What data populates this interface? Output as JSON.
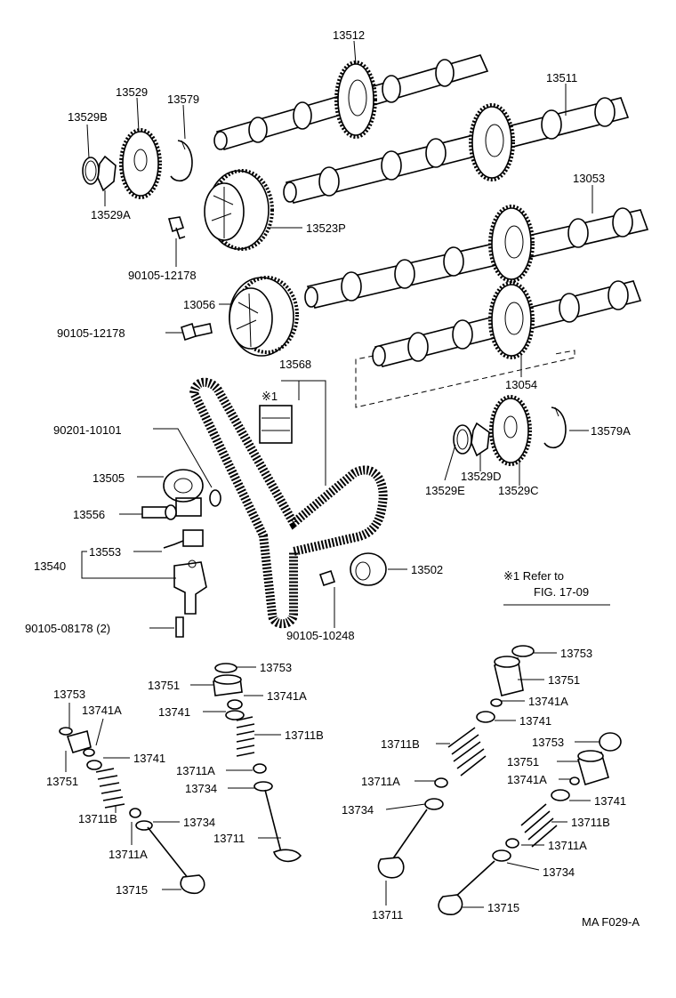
{
  "labels": {
    "p13512": "13512",
    "p13511": "13511",
    "p13529": "13529",
    "p13579": "13579",
    "p13529B": "13529B",
    "p13529A": "13529A",
    "p13523P": "13523P",
    "p13053": "13053",
    "bolt1": "90105-12178",
    "p13056": "13056",
    "bolt2": "90105-12178",
    "p13568": "13568",
    "p13054": "13054",
    "p90201": "90201-10101",
    "p13579A": "13579A",
    "p13505": "13505",
    "p13529D": "13529D",
    "p13529E": "13529E",
    "p13529C": "13529C",
    "p13556": "13556",
    "p13553": "13553",
    "p13540": "13540",
    "p13502": "13502",
    "bolt3": "90105-08178 (2)",
    "bolt4": "90105-10248",
    "note_mark": "※1",
    "note_line1": "※1 Refer to",
    "note_line2": "FIG. 17-09",
    "l_13753_a": "13753",
    "l_13751_a": "13751",
    "l_13741A_a": "13741A",
    "l_13741_a": "13741",
    "l_13711B_a": "13711B",
    "l_13711A_a": "13711A",
    "l_13734_a": "13734",
    "l_13711_a": "13711",
    "l_13753_b": "13753",
    "l_13741A_b": "13741A",
    "l_13741_b": "13741",
    "l_13751_b": "13751",
    "l_13711B_b": "13711B",
    "l_13734_b": "13734",
    "l_13711A_b": "13711A",
    "l_13715_b": "13715",
    "l_13753_c": "13753",
    "l_13751_c": "13751",
    "l_13741A_c": "13741A",
    "l_13741_c": "13741",
    "l_13711B_c": "13711B",
    "l_13711A_c": "13711A",
    "l_13734_c": "13734",
    "l_13711_c": "13711",
    "l_13753_d": "13753",
    "l_13751_d": "13751",
    "l_13741A_d": "13741A",
    "l_13741_d": "13741",
    "l_13711B_d": "13711B",
    "l_13711A_d": "13711A",
    "l_13734_d": "13734",
    "l_13715_d": "13715",
    "footer": "MA F029-A"
  }
}
